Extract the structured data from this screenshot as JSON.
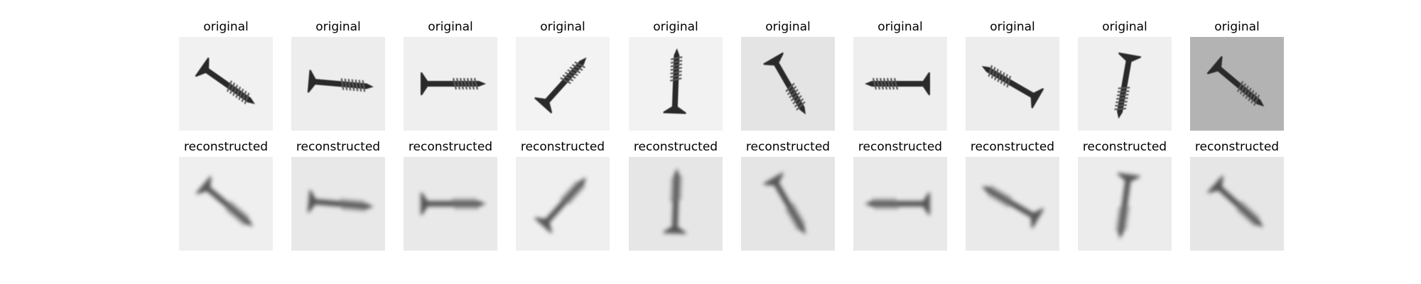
{
  "rows": [
    {
      "label": "original",
      "panels": [
        {
          "angle": 35,
          "bg": "#f1f1f1"
        },
        {
          "angle": 5,
          "bg": "#ededed"
        },
        {
          "angle": 0,
          "bg": "#efefef"
        },
        {
          "angle": -48,
          "bg": "#f3f3f3"
        },
        {
          "angle": 272,
          "bg": "#f2f2f2"
        },
        {
          "angle": 60,
          "bg": "#e4e4e4"
        },
        {
          "angle": 180,
          "bg": "#eeeeee"
        },
        {
          "angle": 210,
          "bg": "#ededed"
        },
        {
          "angle": 100,
          "bg": "#efefef"
        },
        {
          "angle": 40,
          "bg": "#b3b3b3"
        }
      ]
    },
    {
      "label": "reconstructed",
      "panels": [
        {
          "angle": 40,
          "bg": "#efefef"
        },
        {
          "angle": 5,
          "bg": "#e8e8e8"
        },
        {
          "angle": 0,
          "bg": "#e9e9e9"
        },
        {
          "angle": -48,
          "bg": "#efefef"
        },
        {
          "angle": 272,
          "bg": "#e6e6e6"
        },
        {
          "angle": 60,
          "bg": "#e5e5e5"
        },
        {
          "angle": 180,
          "bg": "#e9e9e9"
        },
        {
          "angle": 210,
          "bg": "#eaeaea"
        },
        {
          "angle": 98,
          "bg": "#ececec"
        },
        {
          "angle": 42,
          "bg": "#e6e6e6"
        }
      ]
    }
  ],
  "colors": {
    "screw_dark": "#2b2b2b",
    "screw_mid": "#555555",
    "blur": "#3a3a3a"
  }
}
